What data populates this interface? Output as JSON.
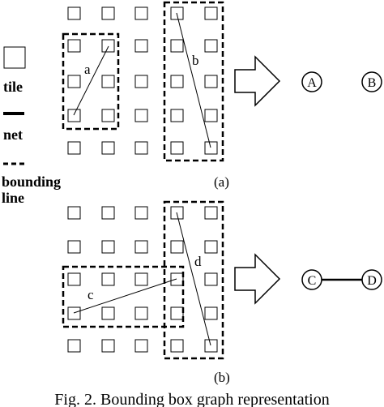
{
  "legend": {
    "tile_label": "tile",
    "net_label": "net",
    "bounding_label_1": "bounding",
    "bounding_label_2": "line"
  },
  "panel_a": {
    "sub_label": "(a)",
    "net_a_label": "a",
    "net_b_label": "b",
    "node_a_label": "A",
    "node_b_label": "B"
  },
  "panel_b": {
    "sub_label": "(b)",
    "net_c_label": "c",
    "net_d_label": "d",
    "node_c_label": "C",
    "node_d_label": "D"
  },
  "caption": "Fig. 2.  Bounding box graph representation"
}
